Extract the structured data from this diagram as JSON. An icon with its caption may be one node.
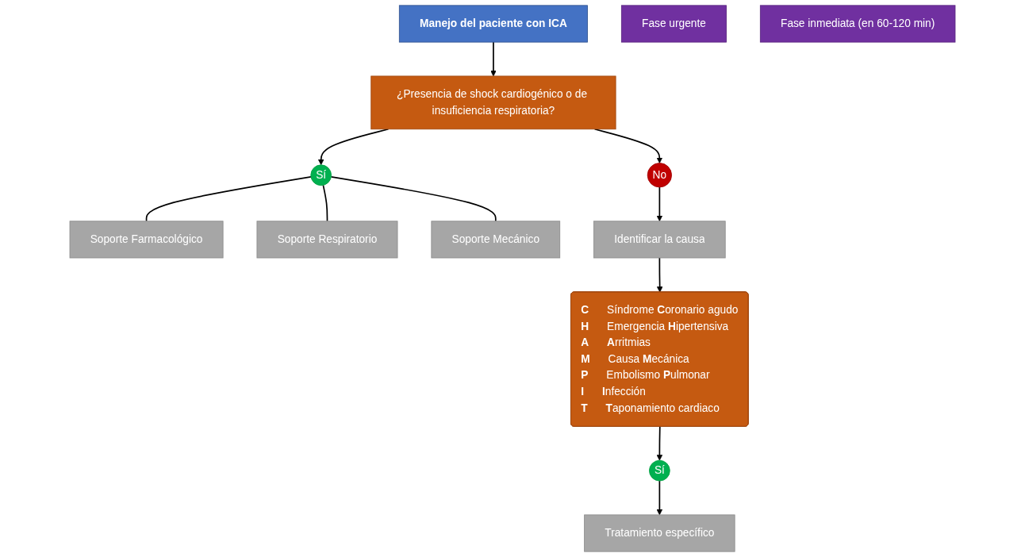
{
  "diagram": {
    "nodes": [
      {
        "text": [
          "Manejo del paciente con ICA"
        ]
      },
      {
        "text": [
          "Fase urgente"
        ]
      },
      {
        "text": [
          "¿Presencia de shock cardiogénico o de insuficiencia respiratoria?"
        ]
      },
      {
        "text": [
          "Sí"
        ]
      },
      {
        "text": [
          "Soporte Farmacológico"
        ]
      },
      {
        "text": [
          "Soporte Respiratorio"
        ]
      },
      {
        "text": [
          "Soporte Mecánico"
        ]
      },
      {
        "text": [
          "No"
        ]
      },
      {
        "text": [
          "Identificar la causa"
        ]
      },
      {
        "text": [
          "Fase inmediata (en 60-120 min)"
        ]
      },
      {
        "text": [
          "C",
          "Síndrome **C**oronario agudo",
          "H",
          "Emergencia **H**ipertensiva",
          "A",
          "**A**rritmias",
          "M",
          "Causa **M**ecánica",
          "P",
          "Embolismo **P**ulmonar",
          "I",
          "**I**nfección",
          "T",
          "**T**aponamiento cardiaco"
        ]
      },
      {
        "text": [
          "Sí"
        ]
      },
      {
        "text": [
          "Tratamiento específico"
        ]
      }
    ],
    "edges": [
      {
        "from": 0,
        "to": 2,
        "arrow": "to"
      },
      {
        "from": 2,
        "to": 3,
        "arrow": "to"
      },
      {
        "from": 3,
        "to": 4,
        "arrow": "none"
      },
      {
        "from": 3,
        "to": 5,
        "arrow": "none"
      },
      {
        "from": 3,
        "to": 6,
        "arrow": "none"
      },
      {
        "from": 2,
        "to": 7,
        "arrow": "to"
      },
      {
        "from": 7,
        "to": 8,
        "arrow": "to"
      },
      {
        "from": 8,
        "to": 10,
        "arrow": "to"
      },
      {
        "from": 10,
        "to": 11,
        "arrow": "to"
      },
      {
        "from": 11,
        "to": 12,
        "arrow": "to"
      }
    ]
  }
}
